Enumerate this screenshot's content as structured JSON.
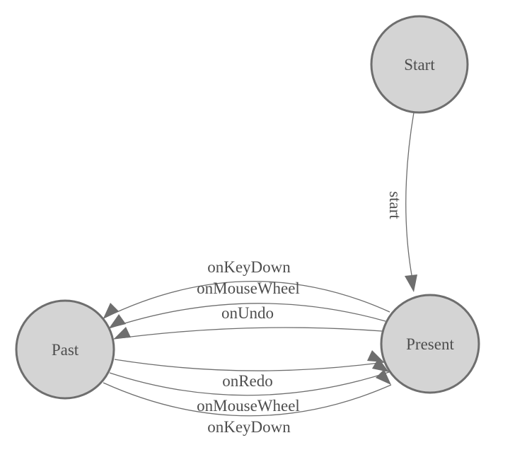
{
  "diagram": {
    "kind": "state-machine-diagram",
    "colors": {
      "background": "#ffffff",
      "node_fill": "#d4d4d4",
      "node_stroke": "#6e6e6e",
      "edge_stroke": "#6e6e6e",
      "arrow_fill": "#6e6e6e",
      "label_text": "#4e4e4e"
    },
    "nodes": [
      {
        "id": "start",
        "label": "Start"
      },
      {
        "id": "present",
        "label": "Present"
      },
      {
        "id": "past",
        "label": "Past"
      }
    ],
    "edges": [
      {
        "from": "start",
        "to": "present",
        "label": "start"
      },
      {
        "from": "present",
        "to": "past",
        "label": "onKeyDown"
      },
      {
        "from": "present",
        "to": "past",
        "label": "onMouseWheel"
      },
      {
        "from": "present",
        "to": "past",
        "label": "onUndo"
      },
      {
        "from": "past",
        "to": "present",
        "label": "onRedo"
      },
      {
        "from": "past",
        "to": "present",
        "label": "onMouseWheel"
      },
      {
        "from": "past",
        "to": "present",
        "label": "onKeyDown"
      }
    ]
  }
}
